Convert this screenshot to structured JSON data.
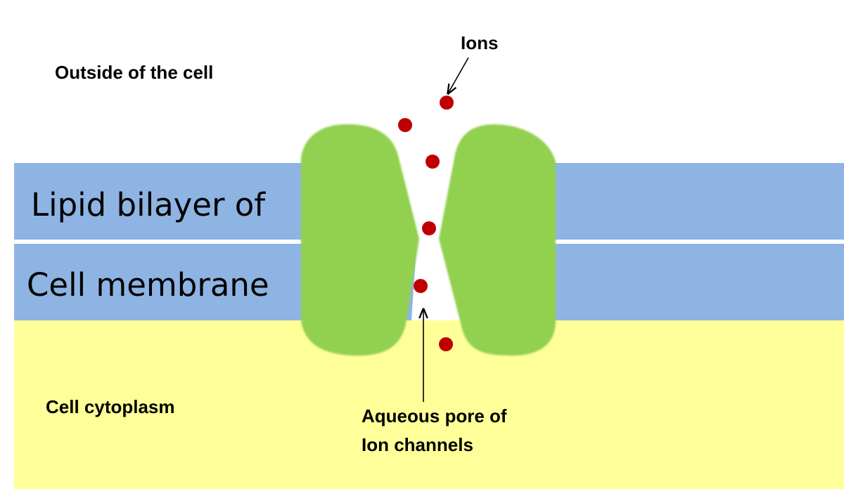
{
  "labels": {
    "outside": "Outside of the cell",
    "membrane_line1": "Lipid bilayer of",
    "membrane_line2": "Cell membrane",
    "cytoplasm": "Cell cytoplasm",
    "ions": "Ions",
    "pore_line1": "Aqueous pore of",
    "pore_line2": "Ion channels"
  },
  "colors": {
    "background": "#ffffff",
    "membrane": "#8eb4e3",
    "cytoplasm": "#ffff99",
    "channel_protein": "#92d050",
    "ion": "#c00000",
    "text": "#000000"
  }
}
